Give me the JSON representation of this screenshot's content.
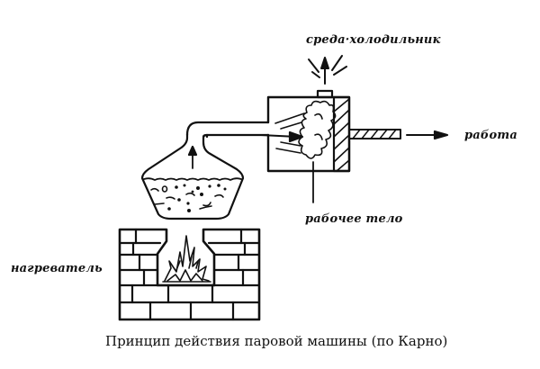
{
  "diagram": {
    "caption": "Принцип действия паровой машины (по Карно)",
    "labels": {
      "cooler": "среда·холодильник",
      "work": "работа",
      "working_body": "рабочее тело",
      "heater": "нагреватель"
    },
    "components": [
      "furnace",
      "fire",
      "boiler-flask",
      "steam-pipe",
      "cylinder",
      "piston",
      "piston-rod"
    ],
    "colors": {
      "ink": "#111111",
      "background": "#ffffff"
    }
  }
}
